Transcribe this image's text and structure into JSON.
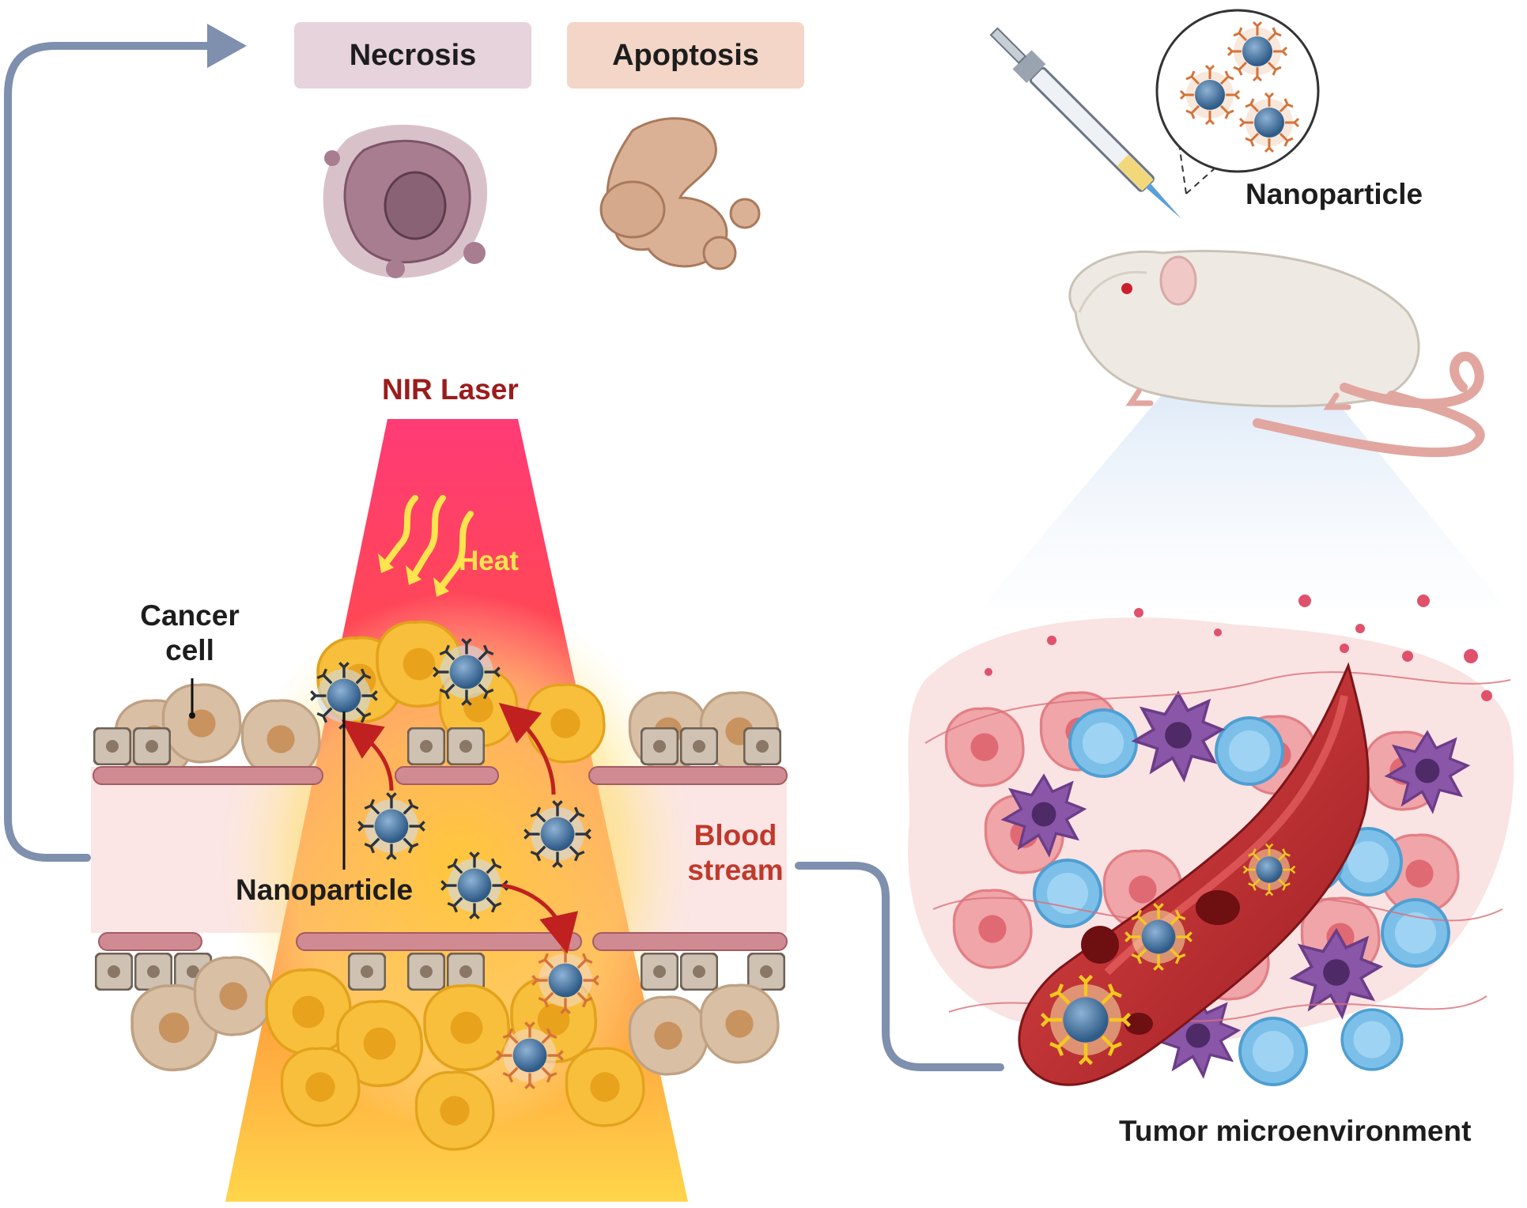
{
  "labels": {
    "necrosis": "Necrosis",
    "apoptosis": "Apoptosis",
    "nanoparticle_top": "Nanoparticle",
    "nir_laser": "NIR Laser",
    "heat": "Heat",
    "cancer_cell_line1": "Cancer",
    "cancer_cell_line2": "cell",
    "nanoparticle_bottom": "Nanoparticle",
    "blood_line1": "Blood",
    "blood_line2": "stream",
    "tumor": "Tumor microenvironment"
  },
  "colors": {
    "flow_arrow": "#7f8fae",
    "necrosis_box": "#e6d3dc",
    "apoptosis_box": "#f3d6c7",
    "laser_label": "#9b1c1c",
    "heat_label": "#ffe44d",
    "blood_label": "#c0392b",
    "vessel": "#b3262b",
    "nanoparticle_core": "#3d6f9c",
    "cancer_cell": "#d9bfa4",
    "heated_cell": "#f5b93a"
  }
}
